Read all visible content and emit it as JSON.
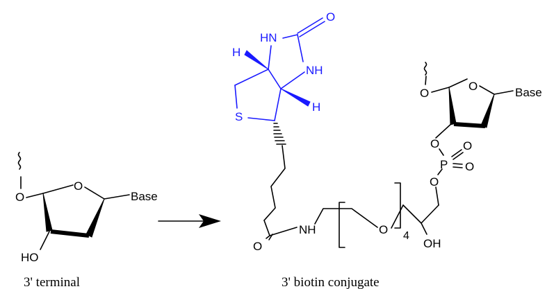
{
  "captions": {
    "left": "3' terminal",
    "right": "3' biotin conjugate"
  },
  "left_molecule": {
    "atoms": {
      "ring_o": "O",
      "link_o": "O",
      "hydroxyl": "HO",
      "base": "Base"
    }
  },
  "right_molecule": {
    "biotin_atoms": {
      "carbonyl_o": "O",
      "nh_top": "HN",
      "nh_right": "NH",
      "h_left": "H",
      "h_right": "H",
      "sulfur": "S"
    },
    "linker_atoms": {
      "amide_o": "O",
      "amide_nh": "NH",
      "peg_o": "O",
      "repeat_count": "4",
      "hydroxyl": "OH"
    },
    "phosphate_atoms": {
      "o_lower": "O",
      "phosphorus": "P",
      "o_upper": "O",
      "o_double_1": "O",
      "o_double_2": "O"
    },
    "sugar_atoms": {
      "link_o": "O",
      "ring_o": "O",
      "base": "Base"
    }
  },
  "colors": {
    "biotin": "#1a1aff",
    "default": "#000000"
  }
}
